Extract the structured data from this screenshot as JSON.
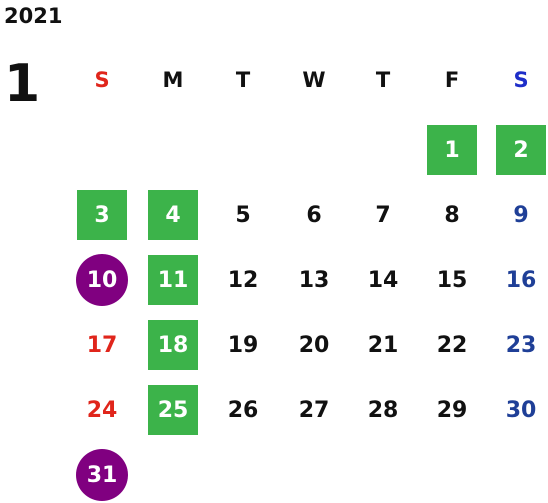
{
  "year": "2021",
  "month": "1",
  "weekdays": [
    "S",
    "M",
    "T",
    "W",
    "T",
    "F",
    "S"
  ],
  "weeks": [
    [
      null,
      null,
      null,
      null,
      null,
      "1",
      "2"
    ],
    [
      "3",
      "4",
      "5",
      "6",
      "7",
      "8",
      "9"
    ],
    [
      "10",
      "11",
      "12",
      "13",
      "14",
      "15",
      "16"
    ],
    [
      "17",
      "18",
      "19",
      "20",
      "21",
      "22",
      "23"
    ],
    [
      "24",
      "25",
      "26",
      "27",
      "28",
      "29",
      "30"
    ],
    [
      "31",
      null,
      null,
      null,
      null,
      null,
      null
    ]
  ],
  "highlights": {
    "green": [
      "1",
      "2",
      "3",
      "4",
      "11",
      "18",
      "25"
    ],
    "purple": [
      "10",
      "31"
    ]
  },
  "colors": {
    "green": "#3cb34a",
    "purple": "#800080",
    "sunday": "#e0251b",
    "saturday": "#1f3f97",
    "weekday": "#111111"
  }
}
